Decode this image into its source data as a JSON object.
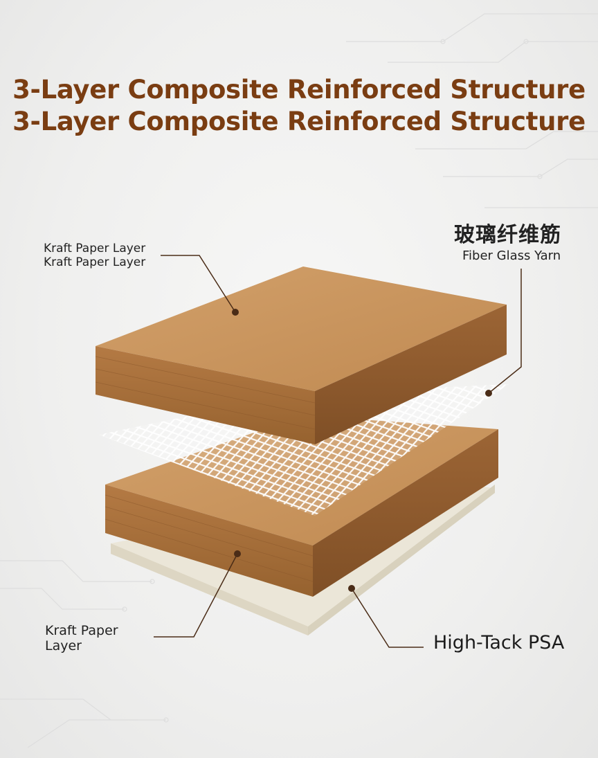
{
  "title": {
    "line1": "3-Layer Composite Reinforced Structure",
    "line2": "3-Layer Composite Reinforced Structure"
  },
  "labels": {
    "top_kraft_line1": "Kraft Paper Layer",
    "top_kraft_line2": "Kraft Paper Layer",
    "fiber_cn": "玻璃纤维筋",
    "fiber_en": "Fiber Glass Yarn",
    "bottom_kraft_line1": "Kraft Paper",
    "bottom_kraft_line2": "Layer",
    "psa": "High-Tack PSA"
  },
  "colors": {
    "title": "#7a3d12",
    "kraft_top": "#c8955d",
    "kraft_side": "#a66d3a",
    "leader": "#4a2c17",
    "psa": "#ece8dc"
  }
}
